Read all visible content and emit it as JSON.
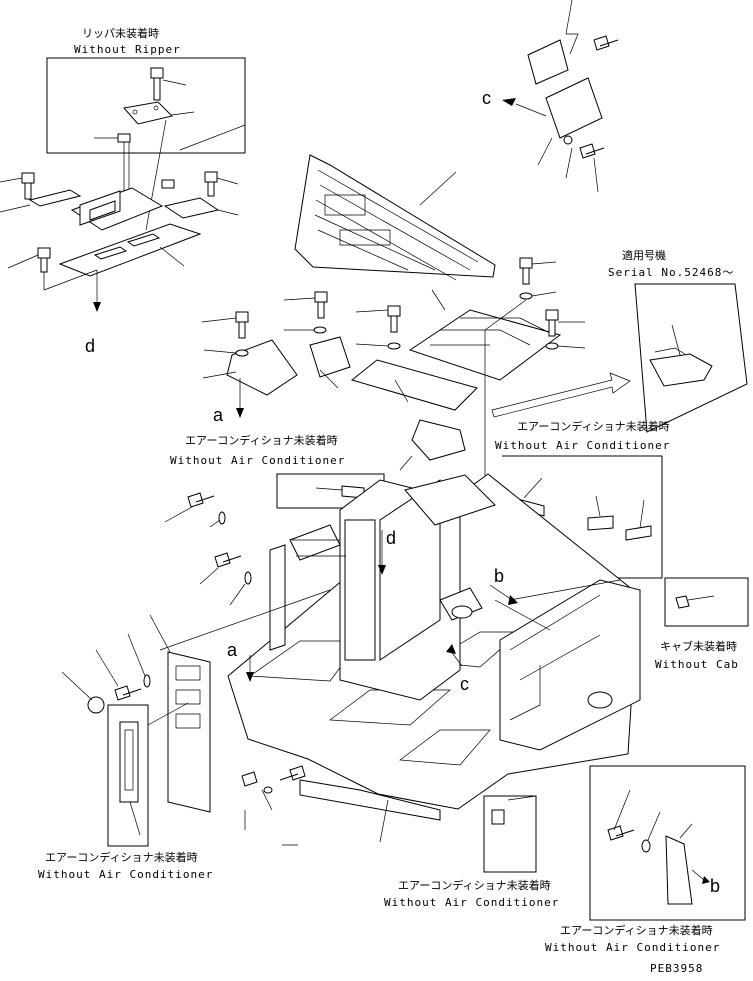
{
  "labels": {
    "without_ripper_jp": "リッパ未装着時",
    "without_ripper_en": "Without Ripper",
    "serial_jp": "適用号機",
    "serial_en": "Serial No.52468～",
    "ac_jp": "エアーコンディショナ未装着時",
    "ac_en": "Without Air Conditioner",
    "cab_jp": "キャブ未装着時",
    "cab_en": "Without Cab",
    "drawing_no": "PEB3958"
  },
  "callouts": {
    "a": "a",
    "b": "b",
    "c": "c",
    "d": "d"
  },
  "colors": {
    "line": "#000000",
    "background": "#ffffff"
  }
}
